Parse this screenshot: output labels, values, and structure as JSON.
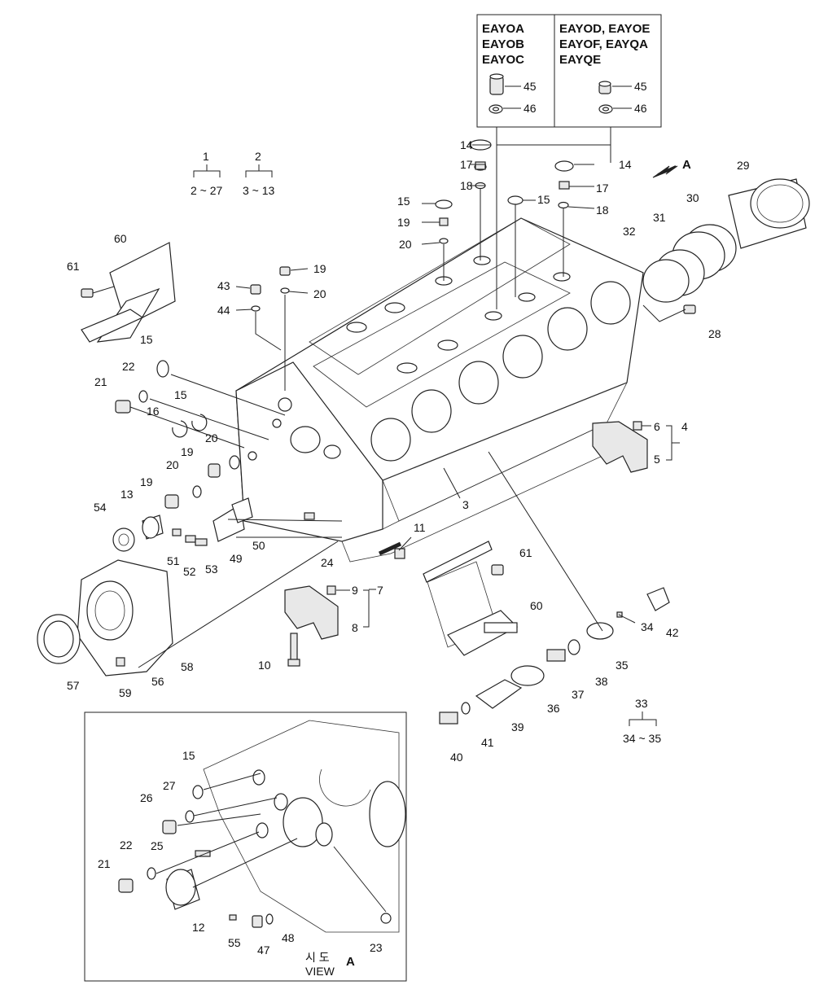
{
  "variant_table": {
    "col1_models": [
      "EAYOA",
      "EAYOB",
      "EAYOC"
    ],
    "col2_models": [
      "EAYOD, EAYOE",
      "EAYOF, EAYQA",
      "EAYQE"
    ],
    "col1_parts": [
      "45",
      "46"
    ],
    "col2_parts": [
      "45",
      "46"
    ]
  },
  "groups": [
    {
      "parent": "1",
      "range": "2 ~ 27"
    },
    {
      "parent": "2",
      "range": "3 ~ 13"
    },
    {
      "parent": "33",
      "range": "34 ~ 35"
    }
  ],
  "view_arrow_label": "A",
  "callouts": {
    "c14a": "14",
    "c17a": "17",
    "c18a": "18",
    "c14b": "14",
    "c17b": "17",
    "c18b": "18",
    "c15a": "15",
    "c19a": "19",
    "c20a": "20",
    "c15b": "15",
    "c29": "29",
    "c30": "30",
    "c31": "31",
    "c32": "32",
    "c28": "28",
    "c19b": "19",
    "c20b": "20",
    "c43": "43",
    "c44": "44",
    "c60a": "60",
    "c61a": "61",
    "c15c": "15",
    "c22a": "22",
    "c21a": "21",
    "c16": "16",
    "c15d": "15",
    "c20c": "20",
    "c19c": "19",
    "c20d": "20",
    "c19d": "19",
    "c13": "13",
    "c54": "54",
    "c51": "51",
    "c52": "52",
    "c53": "53",
    "c49": "49",
    "c50": "50",
    "c24": "24",
    "c11": "11",
    "c3": "3",
    "c6": "6",
    "c4": "4",
    "c5": "5",
    "c9": "9",
    "c7": "7",
    "c8": "8",
    "c10": "10",
    "c61b": "61",
    "c60b": "60",
    "c42": "42",
    "c34": "34",
    "c35": "35",
    "c38": "38",
    "c37": "37",
    "c36": "36",
    "c39": "39",
    "c41": "41",
    "c40": "40",
    "c57": "57",
    "c56": "56",
    "c58": "58",
    "c59": "59",
    "i15": "15",
    "i27": "27",
    "i26": "26",
    "i22": "22",
    "i25": "25",
    "i21": "21",
    "i12": "12",
    "i55": "55",
    "i47": "47",
    "i48": "48",
    "i23": "23"
  },
  "inset": {
    "caption_korean": "시 도",
    "caption_view": "VIEW",
    "caption_letter": "A"
  }
}
